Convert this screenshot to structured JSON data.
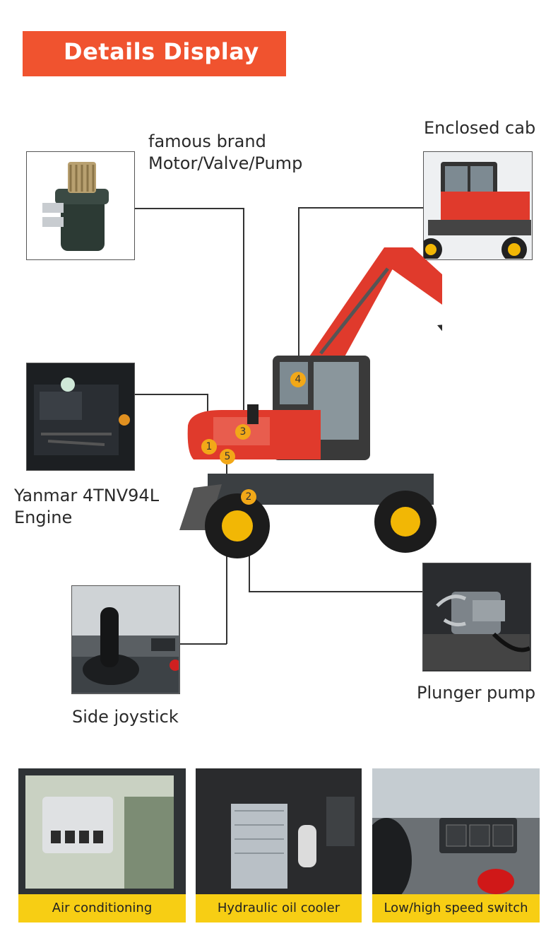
{
  "banner": {
    "title": "Details Display"
  },
  "callouts": {
    "motor_l1": "famous brand",
    "motor_l2": "Motor/Valve/Pump",
    "cab": "Enclosed cab",
    "engine_l1": "Yanmar 4TNV94L",
    "engine_l2": "Engine",
    "pump": "Plunger pump",
    "joystick": "Side joystick"
  },
  "badges": [
    "1",
    "2",
    "3",
    "4",
    "5"
  ],
  "thumbnails": [
    {
      "caption": "Air conditioning"
    },
    {
      "caption": "Hydraulic oil cooler"
    },
    {
      "caption": "Low/high speed switch"
    }
  ],
  "colors": {
    "banner": "#f0532f",
    "badge": "#f2a818",
    "caption_bar": "#f7ce14",
    "machine_red": "#e03a2c"
  }
}
